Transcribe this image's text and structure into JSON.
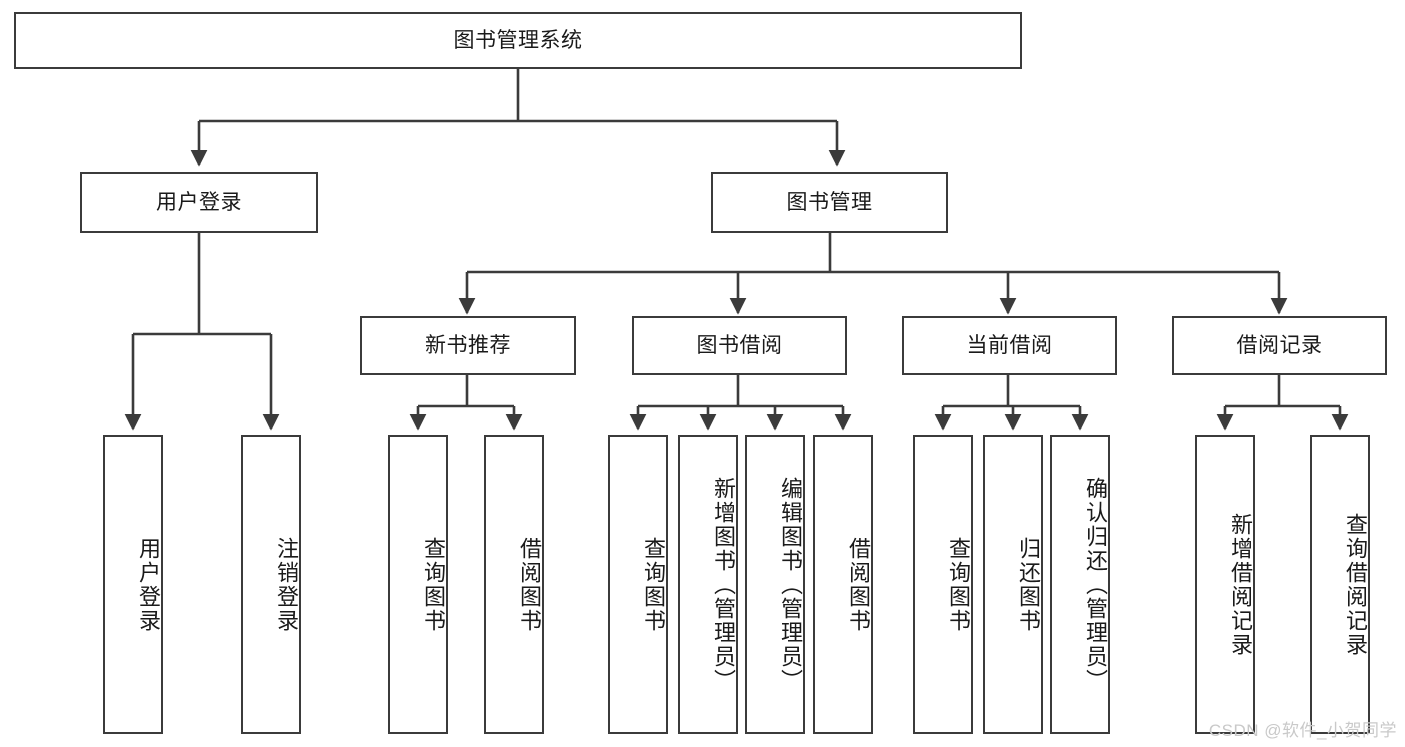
{
  "diagram": {
    "title": "图书管理系统",
    "type": "tree",
    "orientation": "top-down",
    "colors": {
      "box_border": "#3b3b3b",
      "box_fill": "#ffffff",
      "connector": "#3b3b3b",
      "text": "#1a1a1a",
      "watermark": "#c9c9c9",
      "background": "#ffffff"
    },
    "root": {
      "label": "图书管理系统"
    },
    "level2": [
      {
        "id": "user-login",
        "label": "用户登录"
      },
      {
        "id": "book-management",
        "label": "图书管理"
      }
    ],
    "level3": [
      {
        "id": "new-book-recommend",
        "label": "新书推荐",
        "parent": "book-management"
      },
      {
        "id": "book-borrow",
        "label": "图书借阅",
        "parent": "book-management"
      },
      {
        "id": "current-borrow",
        "label": "当前借阅",
        "parent": "book-management"
      },
      {
        "id": "borrow-record",
        "label": "借阅记录",
        "parent": "book-management"
      }
    ],
    "leaves": [
      {
        "id": "leaf-user-login",
        "label": "用户登录",
        "parent": "user-login"
      },
      {
        "id": "leaf-logout",
        "label": "注销登录",
        "parent": "user-login"
      },
      {
        "id": "leaf-query-book-1",
        "label": "查询图书",
        "parent": "new-book-recommend"
      },
      {
        "id": "leaf-borrow-book-1",
        "label": "借阅图书",
        "parent": "new-book-recommend"
      },
      {
        "id": "leaf-query-book-2",
        "label": "查询图书",
        "parent": "book-borrow"
      },
      {
        "id": "leaf-add-book",
        "label": "新增图书（管理员）",
        "parent": "book-borrow"
      },
      {
        "id": "leaf-edit-book",
        "label": "编辑图书（管理员）",
        "parent": "book-borrow"
      },
      {
        "id": "leaf-borrow-book-2",
        "label": "借阅图书",
        "parent": "book-borrow"
      },
      {
        "id": "leaf-query-book-3",
        "label": "查询图书",
        "parent": "current-borrow"
      },
      {
        "id": "leaf-return-book",
        "label": "归还图书",
        "parent": "current-borrow"
      },
      {
        "id": "leaf-confirm-return",
        "label": "确认归还（管理员）",
        "parent": "current-borrow"
      },
      {
        "id": "leaf-add-record",
        "label": "新增借阅记录",
        "parent": "borrow-record"
      },
      {
        "id": "leaf-query-record",
        "label": "查询借阅记录",
        "parent": "borrow-record"
      }
    ],
    "watermark": "CSDN @软件_小贺同学"
  }
}
